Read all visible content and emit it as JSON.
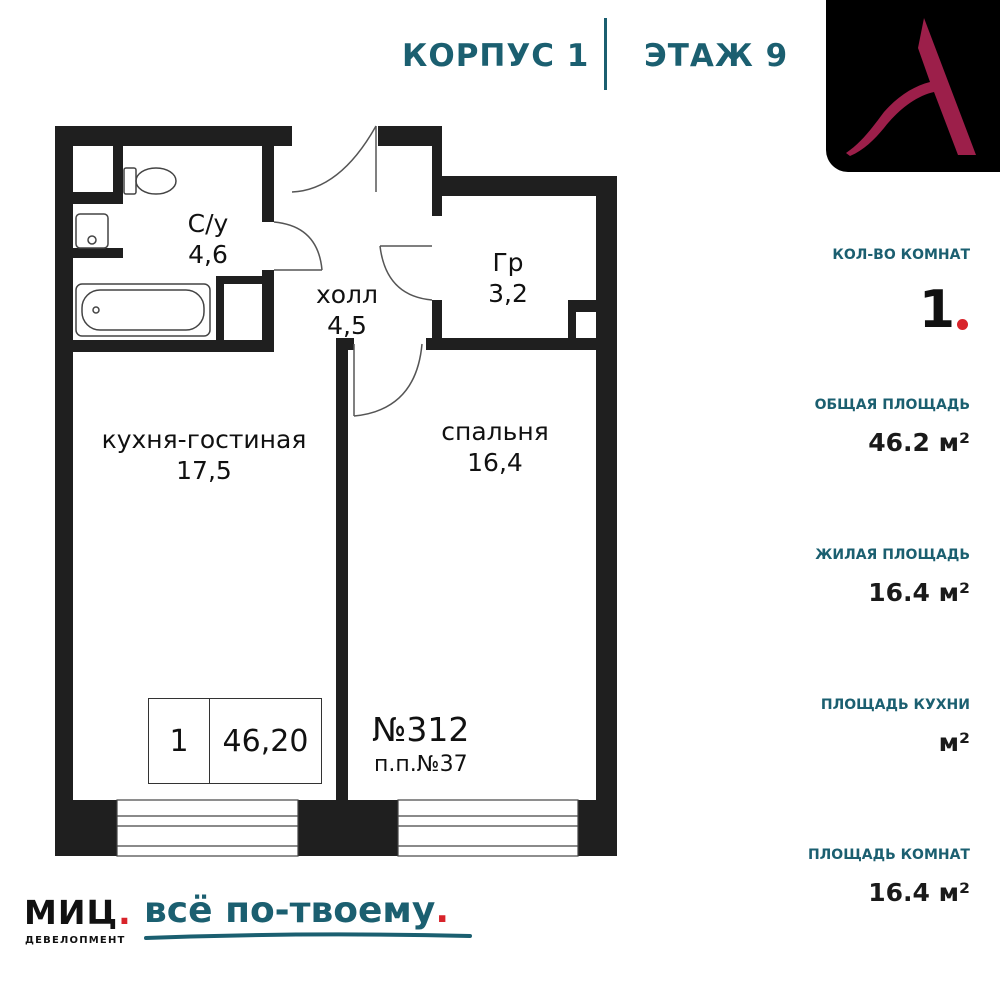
{
  "header": {
    "building": "КОРПУС 1",
    "floor": "ЭТАЖ 9"
  },
  "logo": {
    "icon": "stylized-letter-a-logo",
    "color": "#9c1f4a"
  },
  "info": {
    "rooms_label": "КОЛ-ВО КОМНАТ",
    "rooms_value": "1",
    "total_area_label": "ОБЩАЯ ПЛОЩАДЬ",
    "total_area_value": "46.2 м²",
    "living_area_label": "ЖИЛАЯ ПЛОЩАДЬ",
    "living_area_value": "16.4 м²",
    "kitchen_area_label": "ПЛОЩАДЬ КУХНИ",
    "kitchen_area_value": "м²",
    "rooms_area_label": "ПЛОЩАДЬ КОМНАТ",
    "rooms_area_value": "16.4 м²"
  },
  "plan": {
    "bathroom": {
      "name": "С/у",
      "area": "4,6"
    },
    "hall": {
      "name": "холл",
      "area": "4,5"
    },
    "wardrobe": {
      "name": "Гр",
      "area": "3,2"
    },
    "kitchen_living": {
      "name": "кухня-гостиная",
      "area": "17,5"
    },
    "bedroom": {
      "name": "спальня",
      "area": "16,4"
    },
    "box_rooms": "1",
    "box_area": "46,20",
    "apartment_number": "№312",
    "pp_number": "п.п.№37"
  },
  "brand": {
    "name": "МИЦ",
    "subtitle": "ДЕВЕЛОПМЕНТ",
    "slogan": "всё по-твоему",
    "accent_color": "#d8232a",
    "slogan_color": "#1b5f70"
  }
}
